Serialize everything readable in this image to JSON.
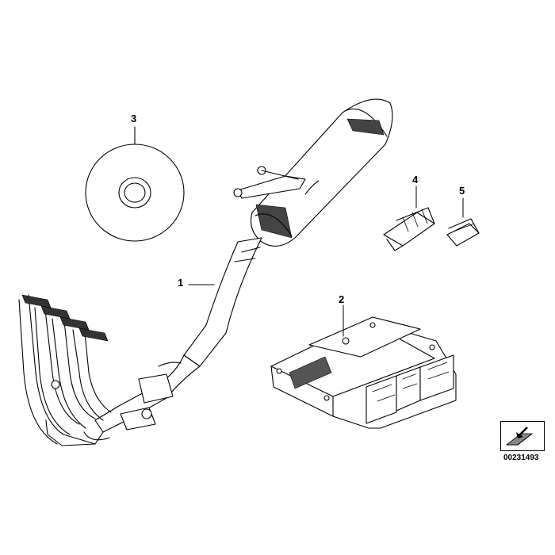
{
  "callouts": {
    "part_1": "1",
    "part_2": "2",
    "part_3": "3",
    "part_4": "4",
    "part_5": "5"
  },
  "reference_number": "00231493",
  "icons": {
    "corner_symbol": "arrow-to-plate-icon"
  }
}
